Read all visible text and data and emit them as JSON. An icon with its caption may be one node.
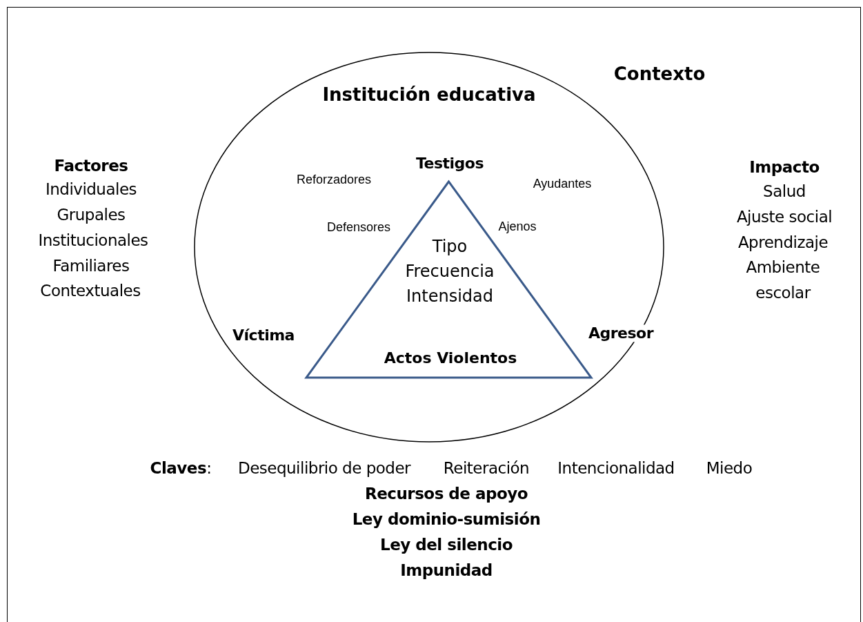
{
  "diagram": {
    "nodes": [
      {
        "text": [
          "Contexto"
        ]
      },
      {
        "text": [
          "Institución educativa"
        ],
        "in": 0
      },
      {
        "text": [
          "Tipo Frecuencia Intensidad",
          "Actos Violentos"
        ],
        "in": 1
      }
    ],
    "labels": [
      "Factores",
      "Individuales",
      "Grupales",
      "Institucionales",
      "Familiares",
      "Contextuales",
      "Testigos",
      "Reforzadores",
      "Ayudantes",
      "Defensores",
      "Ajenos",
      "Víctima",
      "Agresor",
      "Impacto",
      "Salud",
      "Ajuste social",
      "Aprendizaje",
      "Ambiente escolar",
      "**Claves**:",
      "Desequilibrio de poder",
      "Reiteración",
      "Intencionalidad",
      "Miedo",
      "Recursos de apoyo",
      "Ley dominio-sumisión",
      "Ley del silencio",
      "Impunidad"
    ]
  }
}
